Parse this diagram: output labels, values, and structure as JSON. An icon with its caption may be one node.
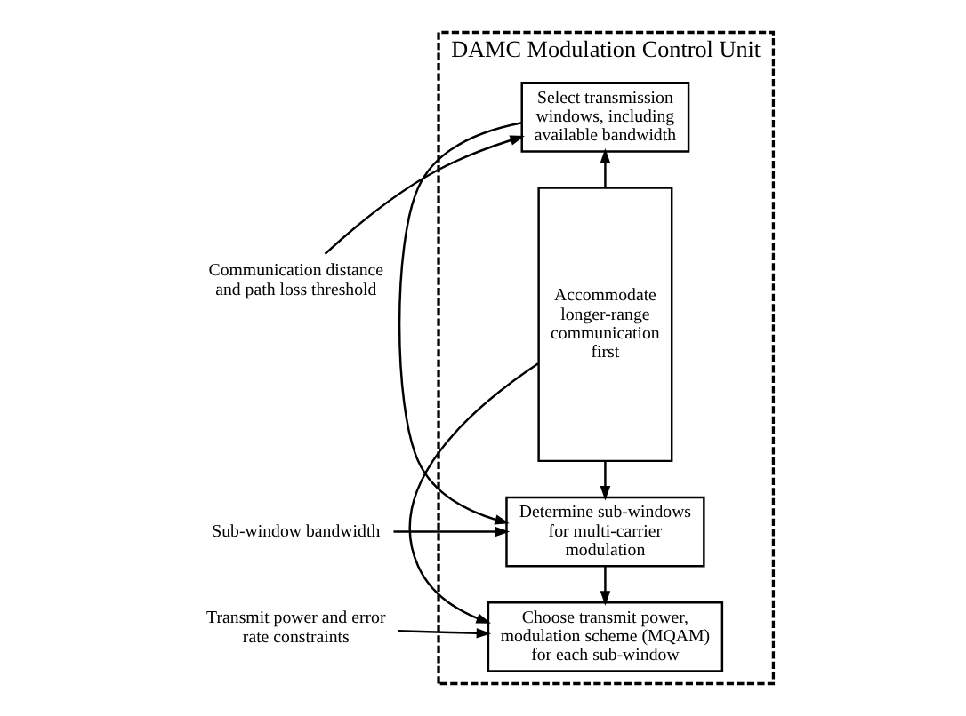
{
  "diagram": {
    "nodes": [
      {
        "text": [
          "DAMC Modulation Control Unit"
        ]
      },
      {
        "text": [
          "Select transmission windows, including available bandwidth"
        ],
        "in": 0
      },
      {
        "text": [
          "Determine sub-windows for multi-carrier modulation"
        ],
        "in": 0
      },
      {
        "text": [
          "Choose transmit power, modulation scheme (MQAM) for each sub-window"
        ],
        "in": 0
      },
      {
        "text": [
          "Accommodate longer-range communication first"
        ],
        "in": 0
      },
      {
        "text": [
          "Communication distance and path loss threshold"
        ]
      },
      {
        "text": [
          "Sub-window bandwidth"
        ]
      },
      {
        "text": [
          "Transmit power and error rate constraints"
        ]
      }
    ],
    "edges": [
      {
        "from": 5,
        "to": 1,
        "arrow": "to"
      },
      {
        "from": 6,
        "to": 2,
        "arrow": "to"
      },
      {
        "from": 7,
        "to": 3,
        "arrow": "to"
      },
      {
        "from": 1,
        "to": 2,
        "arrow": "to"
      },
      {
        "from": 2,
        "to": 3,
        "arrow": "to"
      },
      {
        "from": 4,
        "to": 1,
        "arrow": "to"
      },
      {
        "from": 4,
        "to": 2,
        "arrow": "to"
      },
      {
        "from": 4,
        "to": 3,
        "arrow": "to"
      }
    ]
  }
}
